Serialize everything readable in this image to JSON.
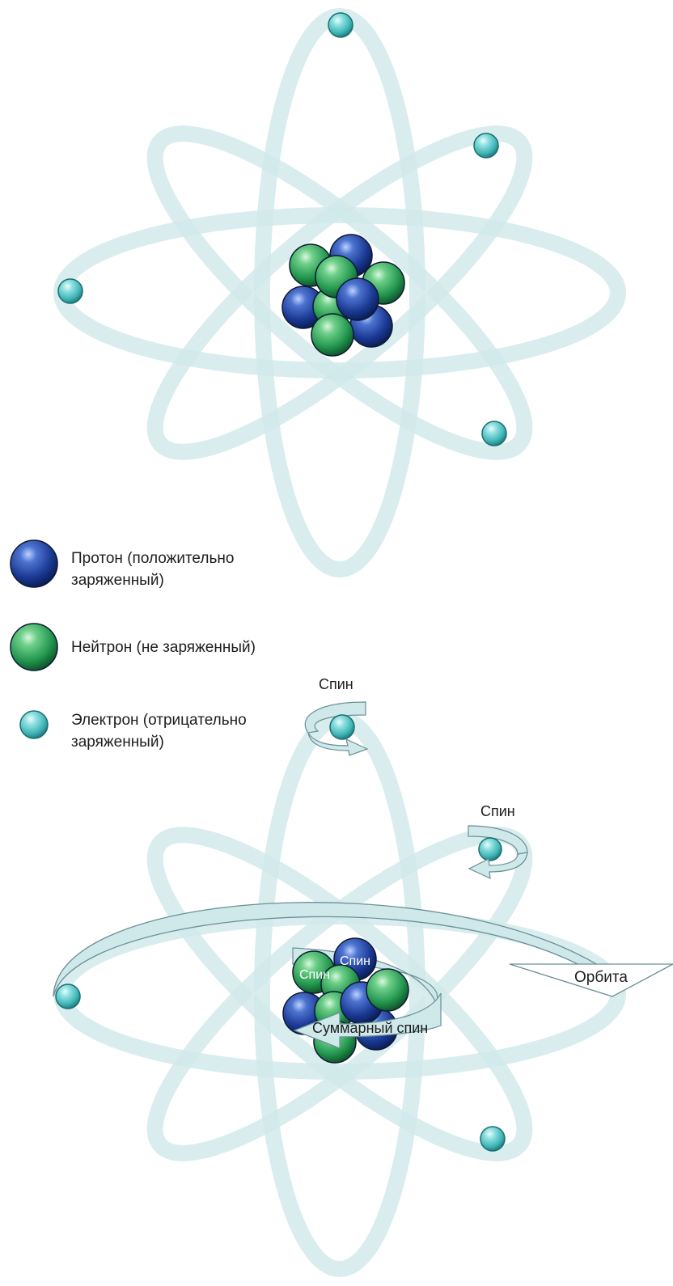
{
  "legend": {
    "proton": {
      "line1": "Протон (положительно",
      "line2": "заряженный)"
    },
    "neutron": {
      "line1": "Нейтрон (не заряженный)"
    },
    "electron": {
      "line1": "Электрон (отрицательно",
      "line2": "заряженный)"
    }
  },
  "labels": {
    "spin_top": "Спин",
    "spin_right": "Спин",
    "spin_nucleus_a": "Спин",
    "spin_nucleus_b": "Спин",
    "total_spin": "Суммарный спин",
    "orbit": "Орбита"
  },
  "colors": {
    "orbit": "#cfe8ea",
    "proton": "#1f3f99",
    "neutron": "#2a9a55",
    "electron": "#5cc8c8",
    "arrow_fill": "#cfe8ea",
    "arrow_stroke": "#6a8f97",
    "text": "#1e1e1e"
  }
}
